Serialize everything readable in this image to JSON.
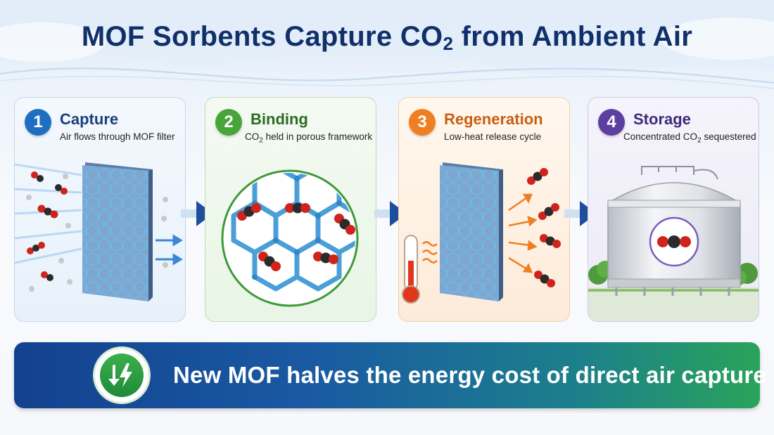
{
  "title": {
    "main": "MOF Sorbents Capture CO",
    "subscript": "2",
    "tail": " from Ambient Air"
  },
  "steps": [
    {
      "number": "1",
      "label": "Capture",
      "description": "Air flows through MOF filter",
      "color": "#1e6fc2"
    },
    {
      "number": "2",
      "label": "Binding",
      "description_pre": "CO",
      "description_sub": "2",
      "description_post": " held in porous framework",
      "color": "#47a53a"
    },
    {
      "number": "3",
      "label": "Regeneration",
      "description": "Low-heat release cycle",
      "color": "#ef7f22"
    },
    {
      "number": "4",
      "label": "Storage",
      "description_pre": "Concentrated CO",
      "description_sub": "2",
      "description_post": " sequestered",
      "color": "#5c3fa0"
    }
  ],
  "banner": {
    "text": "New MOF halves the energy cost of direct air capture",
    "icon": "energy-down-bolt-icon"
  },
  "colors": {
    "title": "#11306b",
    "arrow": "#1d4f9c",
    "carbon": "#2b2b2b",
    "oxygen": "#d0231c",
    "framework": "#4a9fd8"
  }
}
